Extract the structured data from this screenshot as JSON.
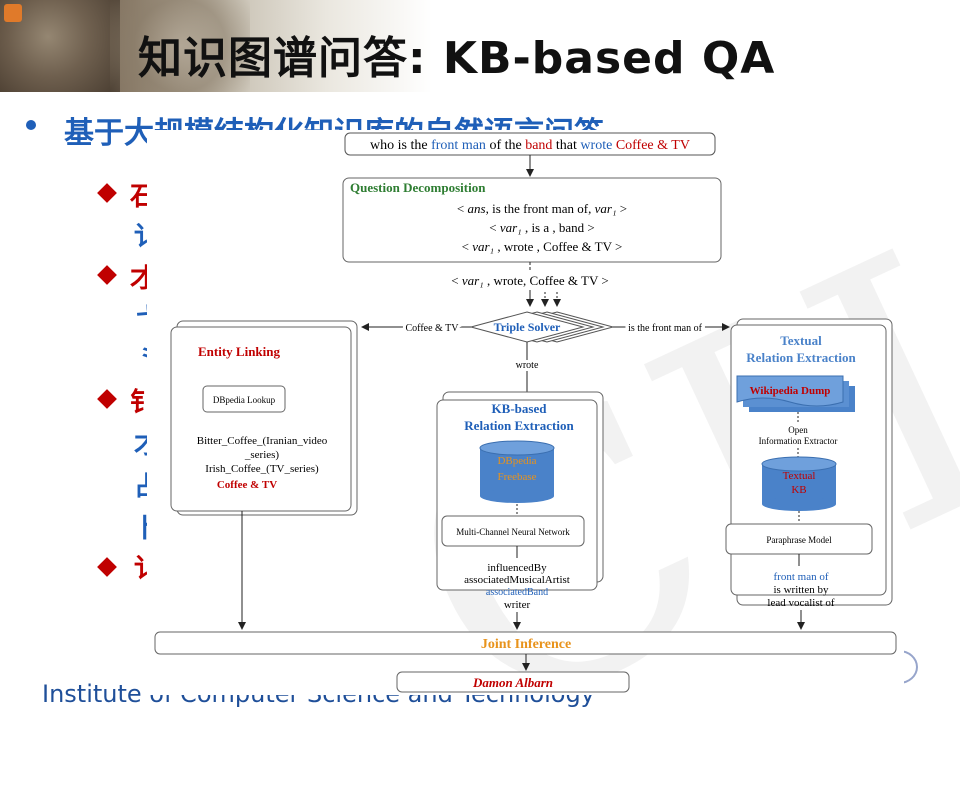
{
  "slide": {
    "title": "知识图谱问答: KB-based QA",
    "bullet": "基于大规模结构化知识库的自然语言问答",
    "sub_fragments": [
      "石",
      "讠",
      "才",
      "弋",
      "⺀",
      "钅",
      "才",
      "占",
      "卜",
      "讠"
    ],
    "institute": "Institute of Computer Science and Technology"
  },
  "colors": {
    "title": "#111111",
    "bullet": "#1f5fb8",
    "diamond": "#c00000",
    "diagram_blue": "#1f5fb8",
    "diagram_red": "#c00000",
    "diagram_green": "#2e7d32",
    "diagram_orange": "#e8931c",
    "cylinder_blue": "#4a82c9"
  },
  "diagram": {
    "question": {
      "p1": "who is the ",
      "front_man": "front man",
      "p2": " of the ",
      "band": "band",
      "p3": " that ",
      "wrote": "wrote",
      "p4": " ",
      "coffee": "Coffee & TV"
    },
    "decomposition": {
      "title": "Question Decomposition",
      "t1_a": "ans",
      "t1_b": ", is the front man of, ",
      "t1_c": "var₁",
      "t2_a": "var₁",
      "t2_b": " , is a , band",
      "t3_a": "var₁",
      "t3_b": " , wrote , Coffee & TV"
    },
    "current_triple": {
      "a": "var₁",
      "b": " , wrote, Coffee & TV"
    },
    "solver": "Triple Solver",
    "left_edge": "Coffee & TV",
    "right_edge": "is the front man of",
    "down_edge": "wrote",
    "entity_linking": {
      "title": "Entity Linking",
      "lookup": "DBpedia Lookup",
      "c1": "Bitter_Coffee_(Iranian_video",
      "c2": "_series)",
      "c3": "Irish_Coffee_(TV_series)",
      "selected": "Coffee & TV"
    },
    "kb_relation": {
      "title1": "KB-based",
      "title2": "Relation Extraction",
      "db1": "DBpedia",
      "db2": "Freebase",
      "model": "Multi-Channel Neural Network",
      "r1": "influencedBy",
      "r2": "associatedMusicalArtist",
      "r3": "associatedBand",
      "r4": "writer"
    },
    "textual_relation": {
      "title1": "Textual",
      "title2": "Relation Extraction",
      "dump": "Wikipedia Dump",
      "oie1": "Open",
      "oie2": "Information Extractor",
      "kb1": "Textual",
      "kb2": "KB",
      "model": "Paraphrase Model",
      "r1": "front man of",
      "r2": "is written by",
      "r3": "lead vocalist of"
    },
    "joint_inference": "Joint Inference",
    "answer": "Damon Albarn"
  }
}
